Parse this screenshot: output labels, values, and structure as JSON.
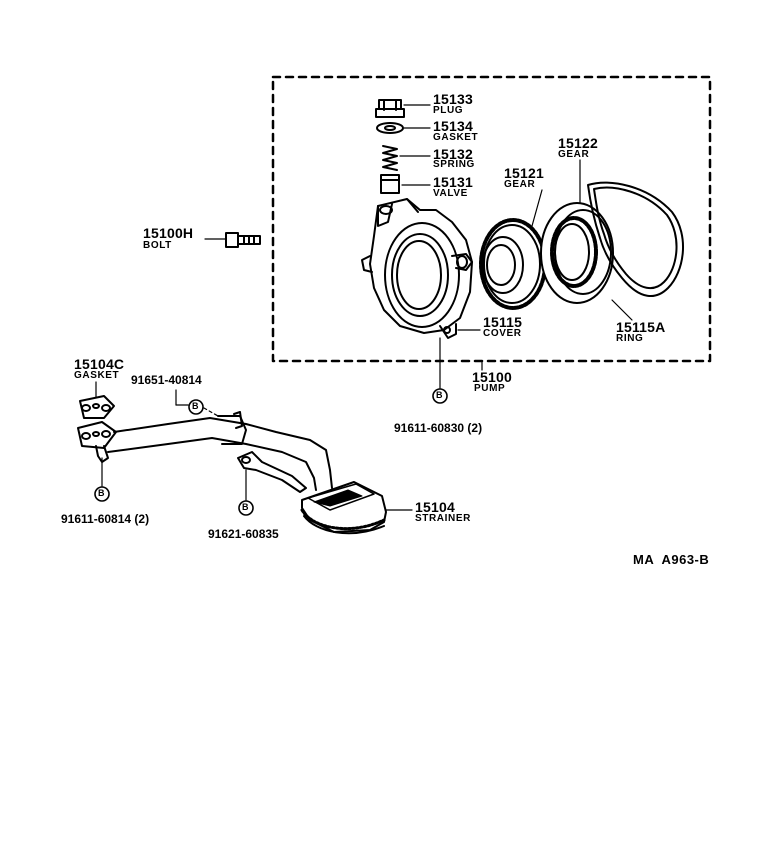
{
  "diagram": {
    "catalog_code": "MA  A963-B",
    "parts": [
      {
        "number": "15133",
        "name": "PLUG"
      },
      {
        "number": "15134",
        "name": "GASKET"
      },
      {
        "number": "15132",
        "name": "SPRING"
      },
      {
        "number": "15131",
        "name": "VALVE"
      },
      {
        "number": "15122",
        "name": "GEAR"
      },
      {
        "number": "15121",
        "name": "GEAR"
      },
      {
        "number": "15100H",
        "name": "BOLT"
      },
      {
        "number": "15115",
        "name": "COVER"
      },
      {
        "number": "15115A",
        "name": "RING"
      },
      {
        "number": "15100",
        "name": "PUMP"
      },
      {
        "number": "15104C",
        "name": "GASKET"
      },
      {
        "number": "15104",
        "name": "STRAINER"
      }
    ],
    "fasteners": [
      {
        "code": "91651-40814",
        "mark": "B"
      },
      {
        "code": "91611-60830 (2)",
        "mark": "B"
      },
      {
        "code": "91611-60814 (2)",
        "mark": "B"
      },
      {
        "code": "91621-60835",
        "mark": "B"
      }
    ]
  }
}
